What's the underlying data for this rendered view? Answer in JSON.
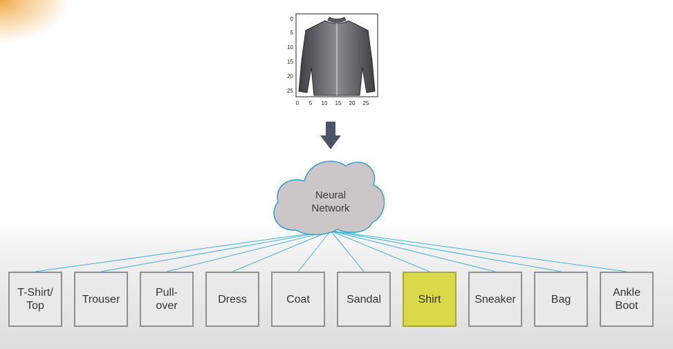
{
  "input_image": {
    "y_ticks": [
      "0",
      "5",
      "10",
      "15",
      "20",
      "25"
    ],
    "x_ticks": [
      "0",
      "5",
      "10",
      "15",
      "20",
      "25"
    ],
    "icon": "shirt-image"
  },
  "arrow_icon": "down-arrow-icon",
  "model": {
    "label": "Neural\nNetwork"
  },
  "classes": [
    {
      "label": "T-Shirt/\nTop",
      "highlighted": false
    },
    {
      "label": "Trouser",
      "highlighted": false
    },
    {
      "label": "Pull-\nover",
      "highlighted": false
    },
    {
      "label": "Dress",
      "highlighted": false
    },
    {
      "label": "Coat",
      "highlighted": false
    },
    {
      "label": "Sandal",
      "highlighted": false
    },
    {
      "label": "Shirt",
      "highlighted": true
    },
    {
      "label": "Sneaker",
      "highlighted": false
    },
    {
      "label": "Bag",
      "highlighted": false
    },
    {
      "label": "Ankle\nBoot",
      "highlighted": false
    }
  ],
  "colors": {
    "connector": "#3bb3d9",
    "cloud_fill": "#cdc6c9",
    "cloud_stroke": "#2a9fd0",
    "arrow": "#4b5568",
    "highlight": "#d9d94a"
  }
}
